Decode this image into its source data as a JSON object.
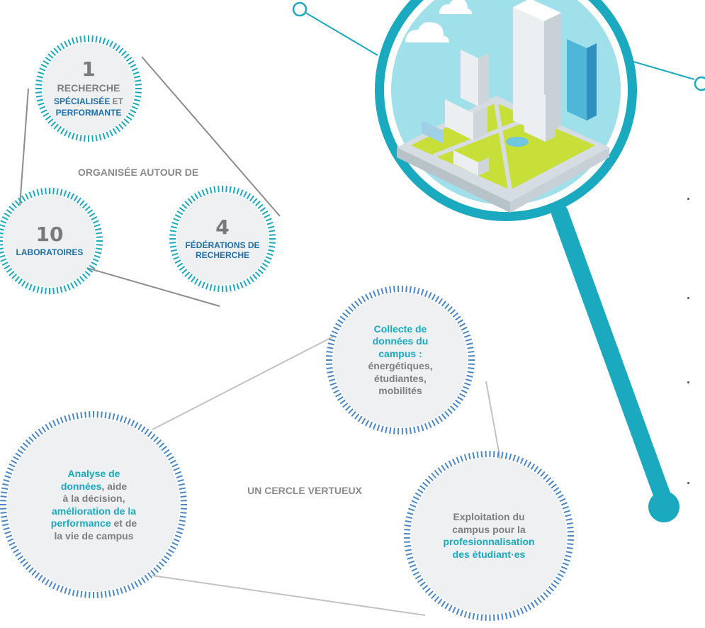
{
  "colors": {
    "accent_teal": "#1aa9bf",
    "accent_blue": "#1e6fa8",
    "text_grey": "#7e7e7e",
    "circle_fill": "#eef0f2",
    "line_grey": "#9a9a9a"
  },
  "research": {
    "c1": {
      "num": "1",
      "line1": "RECHERCHE",
      "w_specialisee": "SPÉCIALISÉE",
      "w_et": "ET",
      "w_performante": "PERFORMANTE"
    },
    "organisee": "ORGANISÉE AUTOUR DE",
    "c2": {
      "num": "10",
      "label": "LABORATOIRES"
    },
    "c3": {
      "num": "4",
      "line1": "FÉDÉRATIONS DE",
      "line2": "RECHERCHE"
    }
  },
  "cercle": {
    "title": "UN CERCLE VERTUEUX",
    "collecte": {
      "l1": "Collecte de",
      "l2": "données du",
      "l3": "campus :",
      "l4": "énergétiques,",
      "l5": "étudiantes,",
      "l6": "mobilités"
    },
    "analyse": {
      "l1a": "Analyse de",
      "l2a": "données",
      "l2b": ", aide",
      "l3": "à la décision,",
      "l4": "amélioration de la",
      "l5a": "performance",
      "l5b": " et de",
      "l6": "la vie de campus"
    },
    "exploitation": {
      "l1": "Exploitation du",
      "l2": "campus pour la",
      "l3": "profesionnalisation",
      "l4": "des étudiant·es"
    }
  },
  "icons": [
    "magnifier-icon",
    "isometric-city-icon"
  ]
}
